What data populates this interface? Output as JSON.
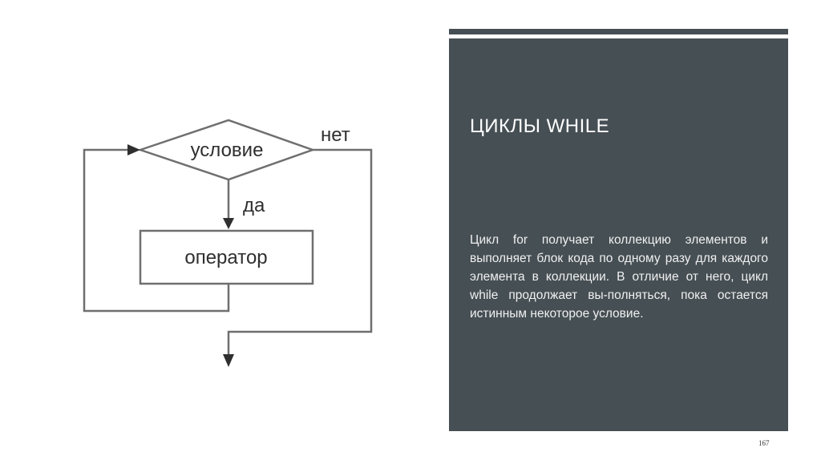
{
  "flowchart": {
    "condition_label": "условие",
    "no_label": "нет",
    "yes_label": "да",
    "operator_label": "оператор",
    "line_color": "#6f6f6f"
  },
  "panel": {
    "title": "ЦИКЛЫ WHILE",
    "body": "Цикл for получает коллекцию элементов и выполняет блок кода по одному разу для каждого элемента в коллекции. В отличие от него, цикл while продолжает вы-полняться, пока остается истинным некоторое условие.",
    "background_color": "#464f54"
  },
  "footer": {
    "page_number": "167"
  }
}
